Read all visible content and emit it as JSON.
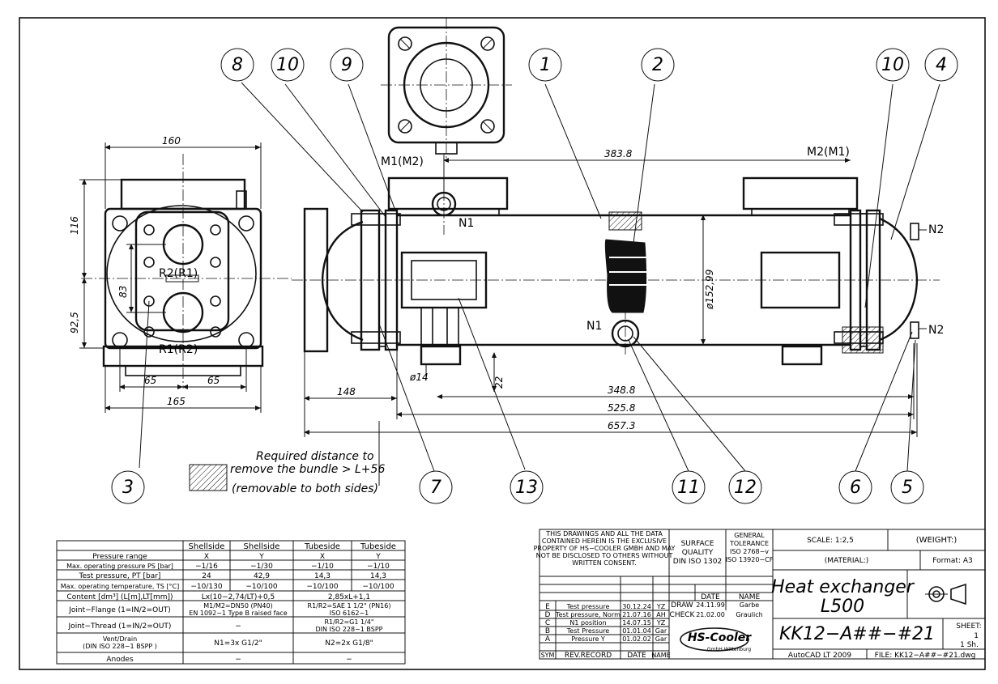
{
  "balloons": [
    "8",
    "10",
    "9",
    "1",
    "2",
    "10",
    "4",
    "3",
    "7",
    "13",
    "11",
    "12",
    "6",
    "5"
  ],
  "ports": {
    "m1": "M1(M2)",
    "m2": "M2(M1)",
    "n1_top": "N1",
    "n1_bottom": "N1",
    "n2_top": "N2",
    "n2_bottom": "N2",
    "r2": "R2(R1)",
    "r1": "R1(R2)"
  },
  "dimensions": {
    "d160": "160",
    "d116": "116",
    "d83": "83",
    "d925": "92,5",
    "d65a": "65",
    "d65b": "65",
    "d165": "165",
    "d3838": "383.8",
    "d3488": "348.8",
    "d5258": "525.8",
    "d6573": "657.3",
    "d148": "148",
    "d14": "ø14",
    "d22": "22",
    "d15299": "ø152,99"
  },
  "note": {
    "line1": "Required distance to",
    "line2": "remove the bundle > L+56",
    "line3": "(removable to both sides)"
  },
  "spec_table": {
    "headers": [
      "",
      "Shellside",
      "Shellside",
      "Tubeside",
      "Tubeside"
    ],
    "rows": [
      [
        "Pressure range",
        "X",
        "Y",
        "X",
        "Y"
      ],
      [
        "Max. operating pressure PS [bar]",
        "−1/16",
        "−1/30",
        "−1/10",
        "−1/10"
      ],
      [
        "Test pressure, PT [bar]",
        "24",
        "42,9",
        "14,3",
        "14,3"
      ],
      [
        "Max. operating temperature, TS [°C]",
        "−10/130",
        "−10/100",
        "−10/100",
        "−10/100"
      ]
    ],
    "content": {
      "label": "Content [dm³] (L[m],LT[mm])",
      "shell": "Lx(10−2,74/LT)+0,5",
      "tube": "2,85xL+1,1"
    },
    "flange": {
      "label": "Joint−Flange (1=IN/2=OUT)",
      "shell1": "M1/M2=DN50 (PN40)",
      "shell2": "EN 1092−1 Type B raised face",
      "tube1": "R1/R2=SAE 1 1/2\" (PN16)",
      "tube2": "ISO 6162−1"
    },
    "thread": {
      "label": "Joint−Thread (1=IN/2=OUT)",
      "shell": "−",
      "tube1": "R1/R2=G1 1/4\"",
      "tube2": "DIN ISO 228−1 BSPP"
    },
    "vent": {
      "label1": "Vent/Drain",
      "label2": "(DIN ISO 228−1 BSPP )",
      "shell": "N1=3x G1/2\"",
      "tube": "N2=2x G1/8\""
    },
    "anodes": {
      "label": "Anodes",
      "shell": "−",
      "tube": "−"
    }
  },
  "title_block": {
    "notice": [
      "THIS DRAWINGS AND ALL THE DATA",
      "CONTAINED HEREIN IS THE EXCLUSIVE",
      "PROPERTY OF HS−COOLER GMBH AND MAY",
      "NOT BE DISCLOSED TO OTHERS WITHOUT",
      "WRITTEN CONSENT."
    ],
    "surface": [
      "SURFACE",
      "QUALITY",
      "DIN ISO 1302"
    ],
    "tolerance": [
      "GENERAL",
      "TOLERANCE",
      "ISO 2768−v",
      "ISO 13920−CF"
    ],
    "scale": "SCALE: 1:2,5",
    "weight": "(WEIGHT:)",
    "material": "(MATERIAL:)",
    "format": "Format: A3",
    "draw_header": {
      "date": "DATE",
      "name": "NAME"
    },
    "draw": {
      "label": "DRAW",
      "date": "24.11.99",
      "name": "Garbe"
    },
    "check": {
      "label": "CHECK",
      "date": "21.02.00",
      "name": "Graulich"
    },
    "title1": "Heat exchanger",
    "title2": "L500",
    "revisions": [
      [
        "E",
        "Test pressure",
        "30.12.24",
        "YZ"
      ],
      [
        "D",
        "Test pressure, Norm",
        "21.07.16",
        "AH"
      ],
      [
        "C",
        "N1 position",
        "14.07.15",
        "YZ"
      ],
      [
        "B",
        "Test Pressure",
        "01.01.04",
        "Gar"
      ],
      [
        "A",
        "Pressure Y",
        "01.02.02",
        "Gar"
      ]
    ],
    "rev_header": [
      "SYM",
      "REV.RECORD",
      "DATE",
      "NAME"
    ],
    "logo": "HS-Cooler",
    "logo_sub": "GmbH Wittenburg",
    "part_no": "KK12−A##−#21",
    "sheet_label": "SHEET:",
    "sheet_no": "1",
    "sheet_total": "1 Sh.",
    "software": "AutoCAD LT 2009",
    "file": "FILE: KK12−A##−#21.dwg"
  },
  "colors": {
    "line": "#111111",
    "hatch": "#111111",
    "background": "#ffffff"
  }
}
